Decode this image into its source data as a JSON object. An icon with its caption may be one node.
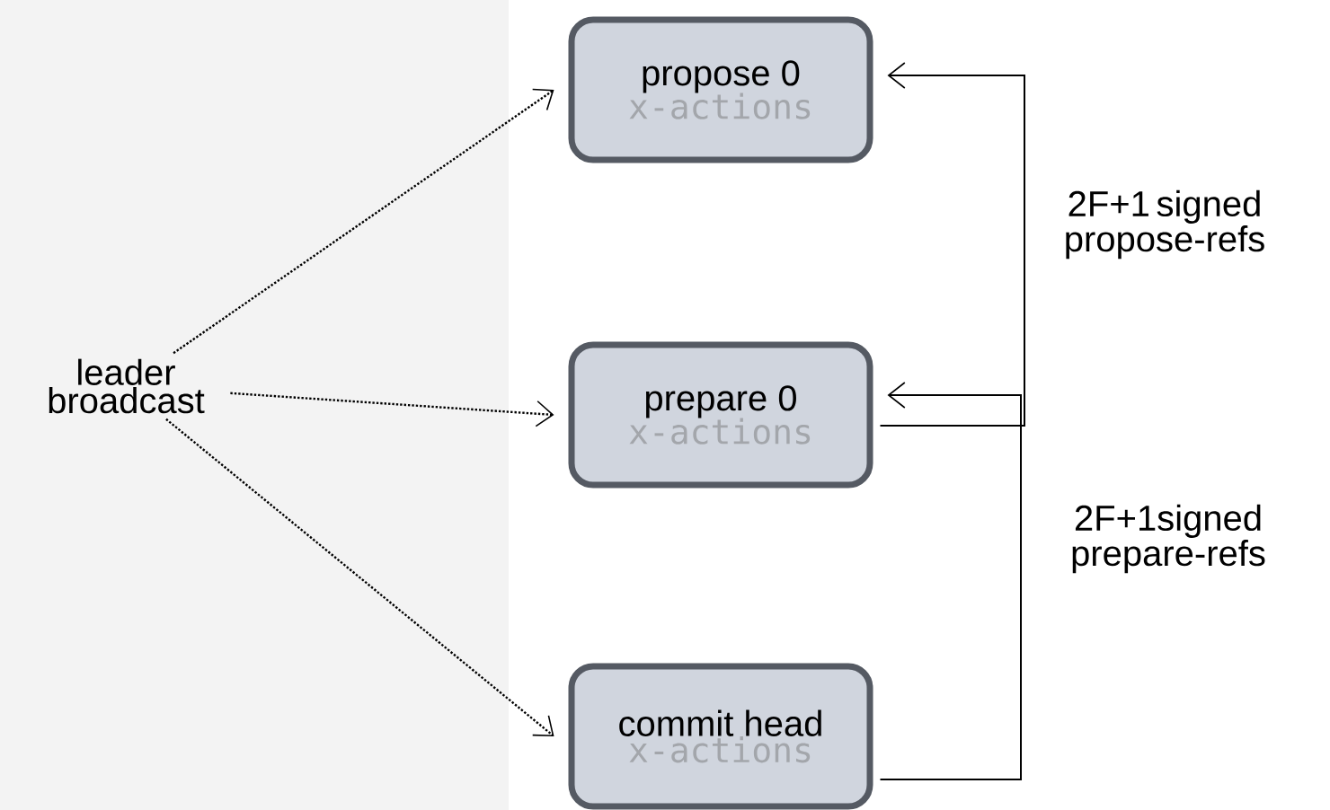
{
  "diagram": {
    "nodes": [
      {
        "text": [
          "leader broadcast"
        ]
      },
      {
        "text": [
          "propose 0",
          "x-actions"
        ]
      },
      {
        "text": [
          "prepare 0",
          "x-actions"
        ]
      },
      {
        "text": [
          "commit head",
          "x-actions"
        ]
      }
    ],
    "edges": [
      {
        "from": 0,
        "to": 1,
        "arrow": "to",
        "style": "dashed"
      },
      {
        "from": 0,
        "to": 2,
        "arrow": "to",
        "style": "dashed"
      },
      {
        "from": 0,
        "to": 3,
        "arrow": "to",
        "style": "dashed"
      },
      {
        "from": 2,
        "to": 1,
        "arrow": "to",
        "label": "2F+1 signed propose-refs"
      },
      {
        "from": 3,
        "to": 2,
        "arrow": "to",
        "label": "2F+1signed prepare-refs"
      }
    ]
  }
}
